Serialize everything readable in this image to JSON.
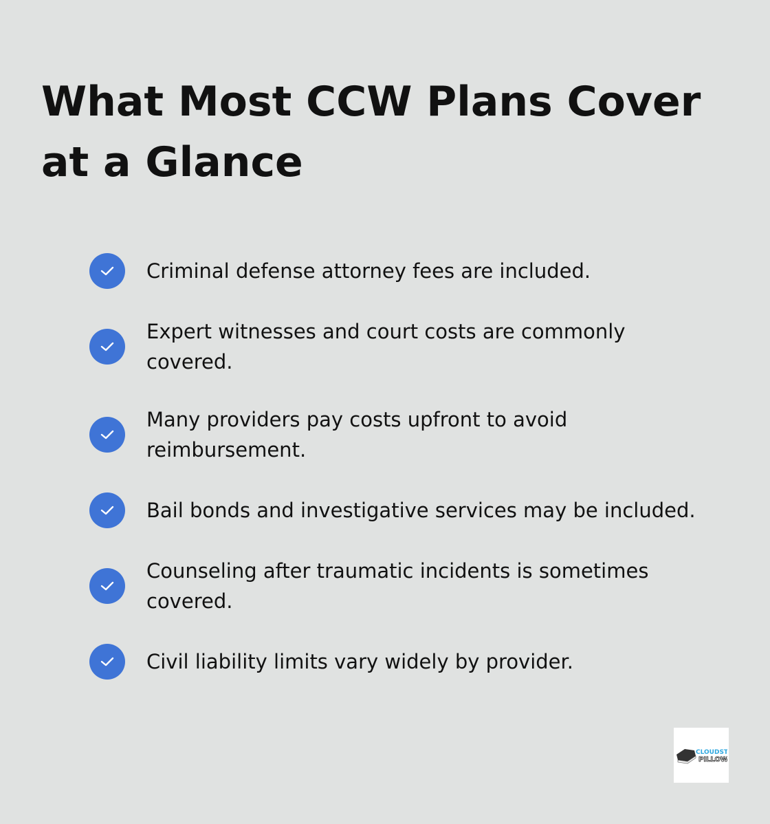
{
  "title": "What Most CCW Plans Cover at a Glance",
  "items": [
    {
      "text": "Criminal defense attorney fees are included.",
      "icon": "check-icon"
    },
    {
      "text": "Expert witnesses and court costs are commonly covered.",
      "icon": "check-icon"
    },
    {
      "text": "Many providers pay costs upfront to avoid reimbursement.",
      "icon": "check-icon"
    },
    {
      "text": "Bail bonds and investigative services may be included.",
      "icon": "check-icon"
    },
    {
      "text": "Counseling after traumatic incidents is sometimes covered.",
      "icon": "check-icon"
    },
    {
      "text": "Civil liability limits vary widely by provider.",
      "icon": "check-icon"
    }
  ],
  "logo": {
    "text": "CLOUDSTER PILLOW"
  },
  "colors": {
    "background": "#e0e2e1",
    "accent": "#3f74d6"
  }
}
